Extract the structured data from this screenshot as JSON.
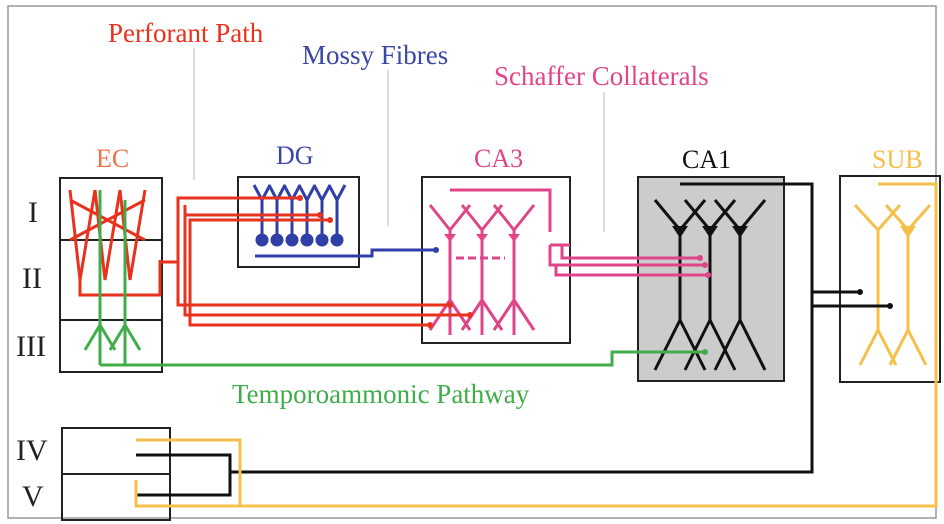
{
  "pathways": {
    "perforant": "Perforant Path",
    "mossy": "Mossy Fibres",
    "schaffer": "Schaffer Collaterals",
    "temporoammonic": "Temporoammonic Pathway"
  },
  "regions": {
    "ec": "EC",
    "dg": "DG",
    "ca3": "CA3",
    "ca1": "CA1",
    "sub": "SUB"
  },
  "layers": {
    "l1": "I",
    "l2": "II",
    "l3": "III",
    "l4": "IV",
    "l5": "V"
  },
  "colors": {
    "perforant": "#e8321e",
    "mossy": "#2f3fa8",
    "schaffer": "#e0458a",
    "temporoammonic": "#3fae4a",
    "ca1": "#111111",
    "sub": "#f5c04a",
    "ca1_fill": "#cccccc"
  }
}
